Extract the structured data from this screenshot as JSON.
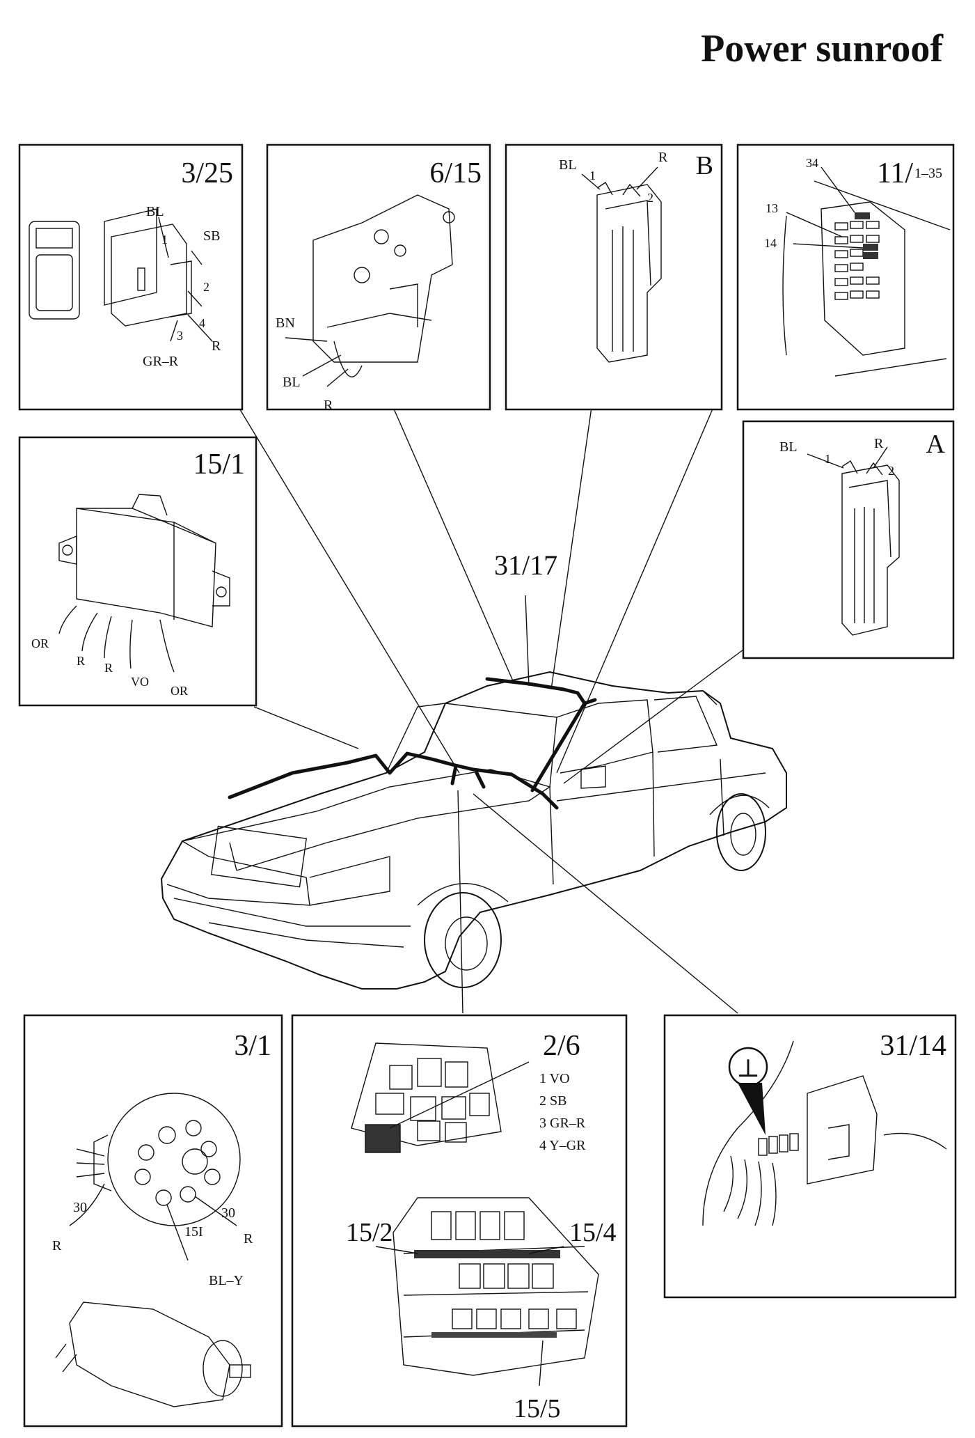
{
  "title": "Power sunroof",
  "panels": {
    "p3_25": {
      "id": "3/25",
      "wires": [
        "BL",
        "SB",
        "1",
        "2",
        "4",
        "3",
        "R",
        "GR–R"
      ]
    },
    "p6_15": {
      "id": "6/15",
      "wires": [
        "BN",
        "BL",
        "R"
      ]
    },
    "pB": {
      "id": "B",
      "wires": [
        "BL",
        "1",
        "R",
        "2"
      ]
    },
    "p11": {
      "id": "11/",
      "sub": "1–35",
      "fuses": [
        "34",
        "13",
        "14"
      ]
    },
    "p15_1": {
      "id": "15/1",
      "wires": [
        "OR",
        "R",
        "R",
        "VO",
        "OR"
      ]
    },
    "pA": {
      "id": "A",
      "wires": [
        "BL",
        "1",
        "R",
        "2"
      ]
    },
    "p3_1": {
      "id": "3/1",
      "wires": [
        "30",
        "30",
        "R",
        "15I",
        "R",
        "BL–Y"
      ]
    },
    "p2_6": {
      "id": "2/6",
      "pins": [
        "1  VO",
        "2  SB",
        "3  GR–R",
        "4  Y–GR"
      ],
      "relays": [
        "15/2",
        "15/4",
        "15/5"
      ]
    },
    "p31_14": {
      "id": "31/14",
      "ground_symbol": "⊥"
    }
  },
  "callout": "31/17"
}
